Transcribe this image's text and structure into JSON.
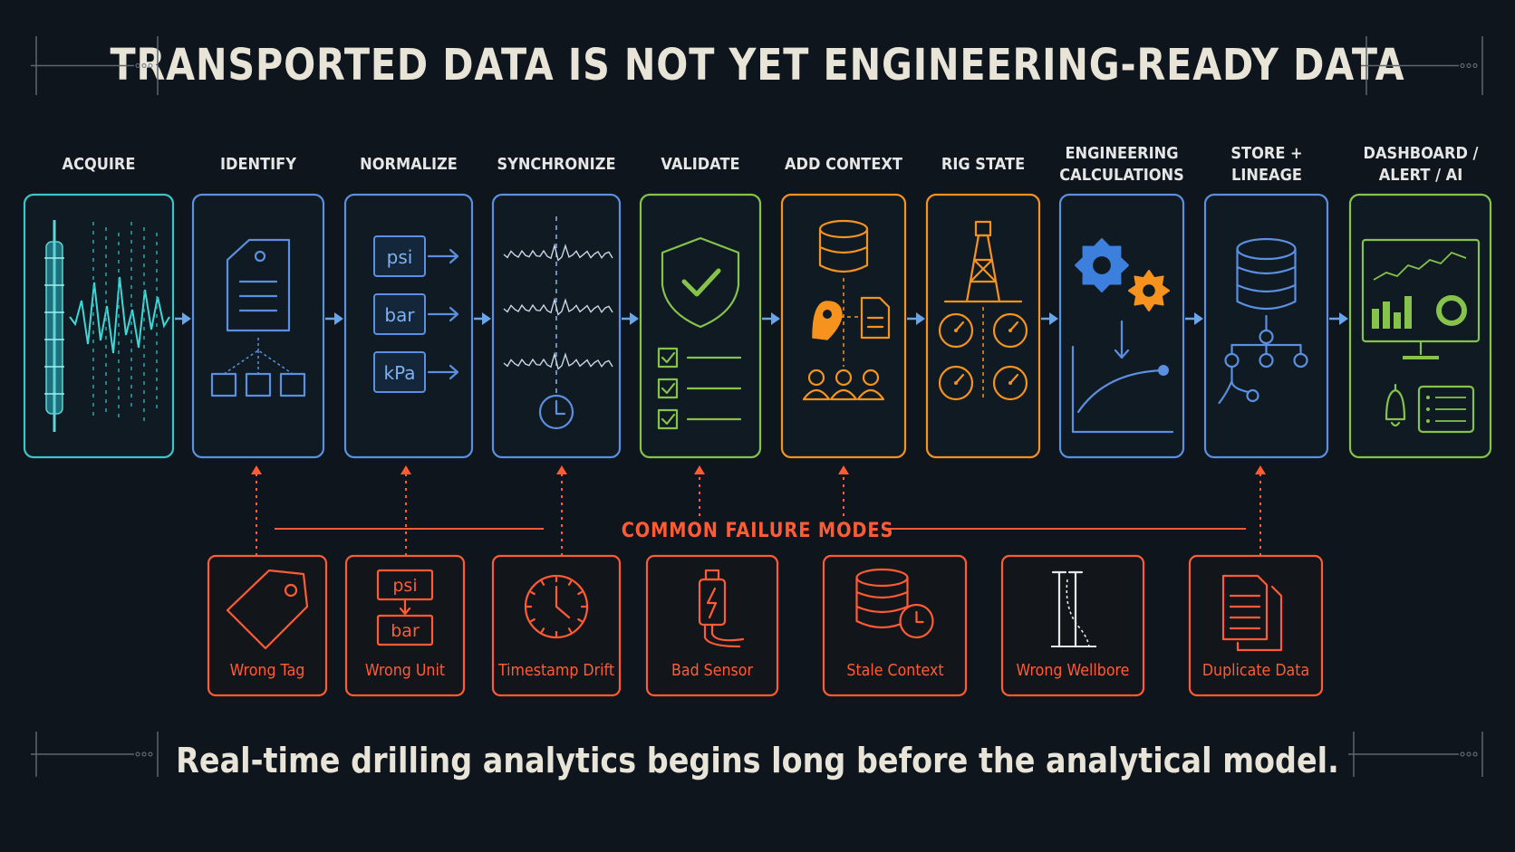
{
  "title": "TRANSPORTED DATA IS NOT YET ENGINEERING-READY DATA",
  "stages": [
    {
      "label": "ACQUIRE",
      "color": "#3fc4c9"
    },
    {
      "label": "IDENTIFY",
      "color": "#5b8fe0"
    },
    {
      "label": "NORMALIZE",
      "color": "#5b8fe0"
    },
    {
      "label": "SYNCHRONIZE",
      "color": "#5b8fe0"
    },
    {
      "label": "VALIDATE",
      "color": "#86c34a"
    },
    {
      "label": "ADD CONTEXT",
      "color": "#f5931e"
    },
    {
      "label": "RIG STATE",
      "color": "#f5931e"
    },
    {
      "label": "ENGINEERING CALCULATIONS",
      "color": "#5b8fe0"
    },
    {
      "label": "STORE + LINEAGE",
      "color": "#5b8fe0"
    },
    {
      "label": "DASHBOARD / ALERT / AI",
      "color": "#86c34a"
    }
  ],
  "normalize_units": [
    "psi",
    "bar",
    "kPa"
  ],
  "failure_modes_title": "COMMON FAILURE MODES",
  "failure_modes": [
    {
      "label": "Wrong Tag",
      "icon": "tag-icon"
    },
    {
      "label": "Wrong Unit",
      "icon": "unit-conversion-icon",
      "units": [
        "psi",
        "bar"
      ]
    },
    {
      "label": "Timestamp Drift",
      "icon": "clock-icon"
    },
    {
      "label": "Bad Sensor",
      "icon": "sensor-icon"
    },
    {
      "label": "Stale Context",
      "icon": "database-clock-icon"
    },
    {
      "label": "Wrong Wellbore",
      "icon": "wellbore-icon"
    },
    {
      "label": "Duplicate Data",
      "icon": "duplicate-documents-icon"
    }
  ],
  "footer": "Real-time drilling analytics begins long before the analytical model.",
  "colors": {
    "background": "#0e151c",
    "title": "#e9e4d8",
    "failure": "#ff5b34",
    "arrow": "#6aa5e8"
  }
}
